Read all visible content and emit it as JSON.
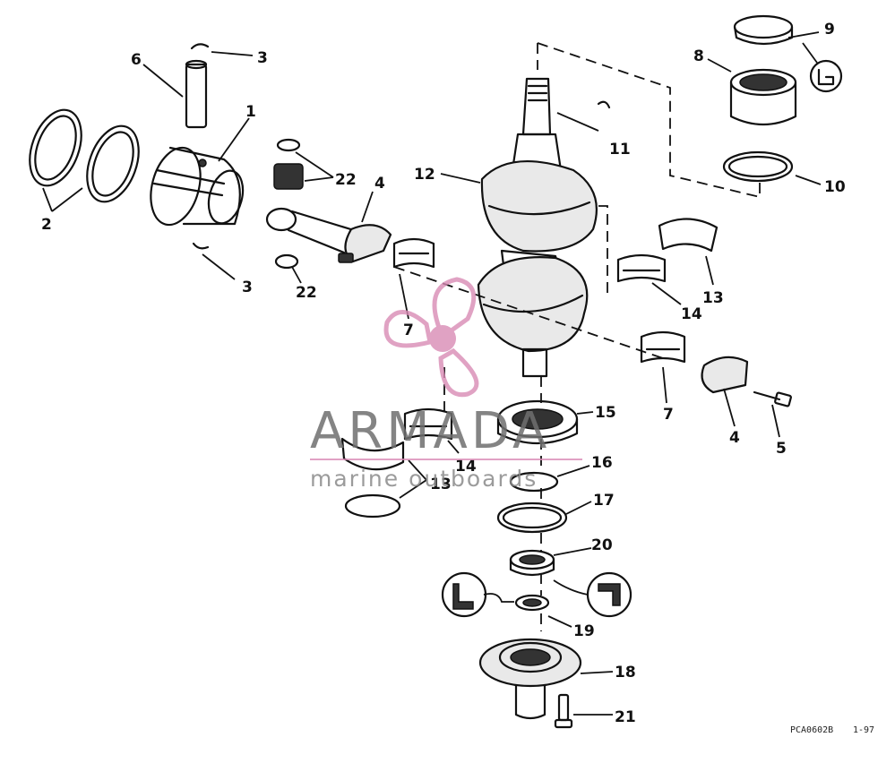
{
  "callouts": {
    "c1": "1",
    "c2": "2",
    "c3a": "3",
    "c3b": "3",
    "c4a": "4",
    "c4b": "4",
    "c5": "5",
    "c6": "6",
    "c7a": "7",
    "c7b": "7",
    "c8": "8",
    "c9": "9",
    "c10": "10",
    "c11": "11",
    "c12": "12",
    "c13a": "13",
    "c13b": "13",
    "c14a": "14",
    "c14b": "14",
    "c15": "15",
    "c16": "16",
    "c17": "17",
    "c18": "18",
    "c19": "19",
    "c20": "20",
    "c21": "21",
    "c22a": "22",
    "c22b": "22"
  },
  "watermark": {
    "brand": "ARMADA",
    "tagline": "marine outboards",
    "brand_color": "#d98bb5"
  },
  "footer": {
    "code": "PCA0602B",
    "date": "1-97"
  }
}
